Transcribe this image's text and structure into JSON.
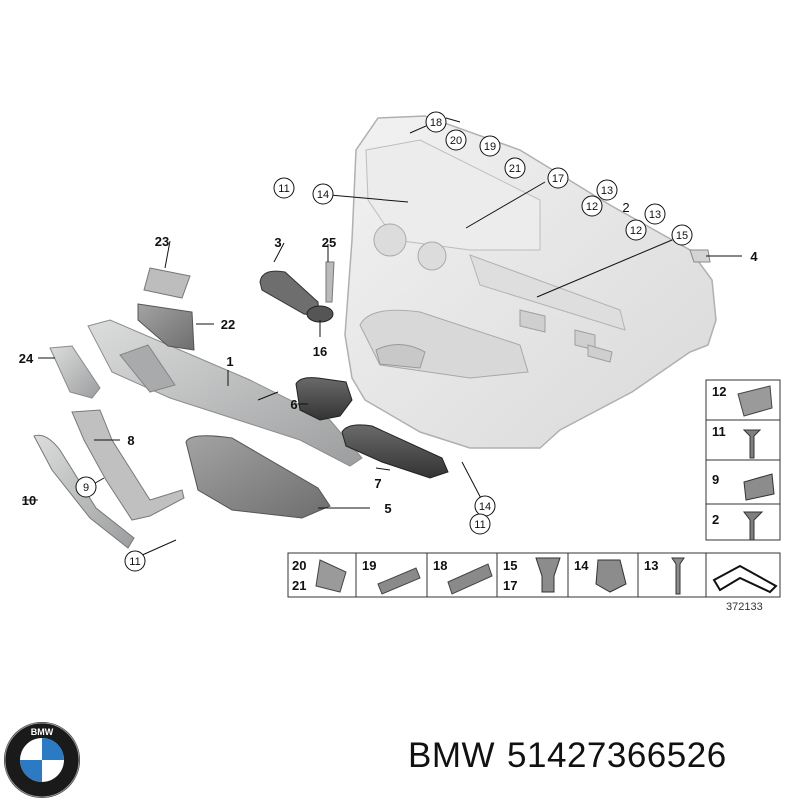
{
  "diagram": {
    "figure_number": "372133",
    "parts": {
      "p1": "1",
      "p2": "2",
      "p3": "3",
      "p4": "4",
      "p5": "5",
      "p6": "6",
      "p7": "7",
      "p8": "8",
      "p9": "9",
      "p10": "10",
      "p11": "11",
      "p12": "12",
      "p13": "13",
      "p14": "14",
      "p15": "15",
      "p16": "16",
      "p17": "17",
      "p18": "18",
      "p19": "19",
      "p20": "20",
      "p21": "21",
      "p22": "22",
      "p23": "23",
      "p24": "24",
      "p25": "25"
    },
    "legend_side": [
      "12",
      "11",
      "9",
      "2"
    ],
    "legend_bottom": [
      [
        "20",
        "21"
      ],
      [
        "19"
      ],
      [
        "18"
      ],
      [
        "15",
        "17"
      ],
      [
        "14"
      ],
      [
        "13"
      ]
    ]
  },
  "caption": {
    "brand": "BMW",
    "part_number": "51427366526"
  },
  "logo": {
    "text": "BMW",
    "colors": {
      "ring": "#1a1a1a",
      "blue": "#2a7bc4",
      "white": "#ffffff"
    }
  },
  "colors": {
    "panel": "#e6e6e6",
    "panel_edge": "#a8a8a8",
    "trim": "#c9cacb",
    "dark_part": "#4e4e4e"
  }
}
